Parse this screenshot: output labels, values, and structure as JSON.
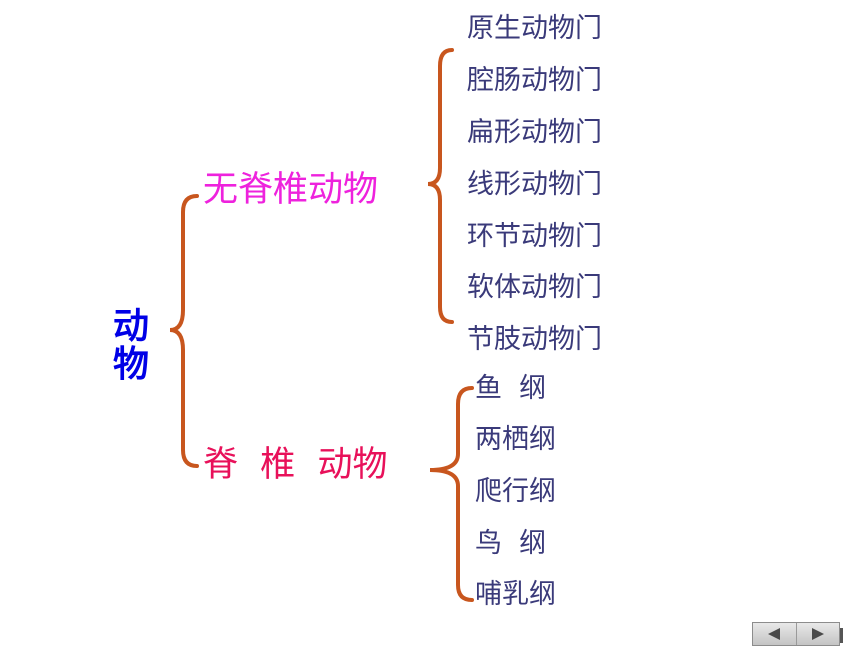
{
  "root": "动物",
  "groups": [
    {
      "label": "无脊椎动物",
      "items": [
        "原生动物门",
        "腔肠动物门",
        "扁形动物门",
        "线形动物门",
        "环节动物门",
        "软体动物门",
        "节肢动物门"
      ]
    },
    {
      "label": "脊  椎  动物",
      "items": [
        "鱼  纲",
        "两栖纲",
        "爬行纲",
        "鸟  纲",
        "哺乳纲"
      ]
    }
  ],
  "colors": {
    "root": "#0000e6",
    "invertebrate": "#ee22dd",
    "vertebrate": "#e8115a",
    "leaf": "#3a3a7a",
    "brace": "#c8561e"
  },
  "nav": {
    "prev_icon": "triangle-left-icon",
    "next_icon": "triangle-right-icon"
  }
}
